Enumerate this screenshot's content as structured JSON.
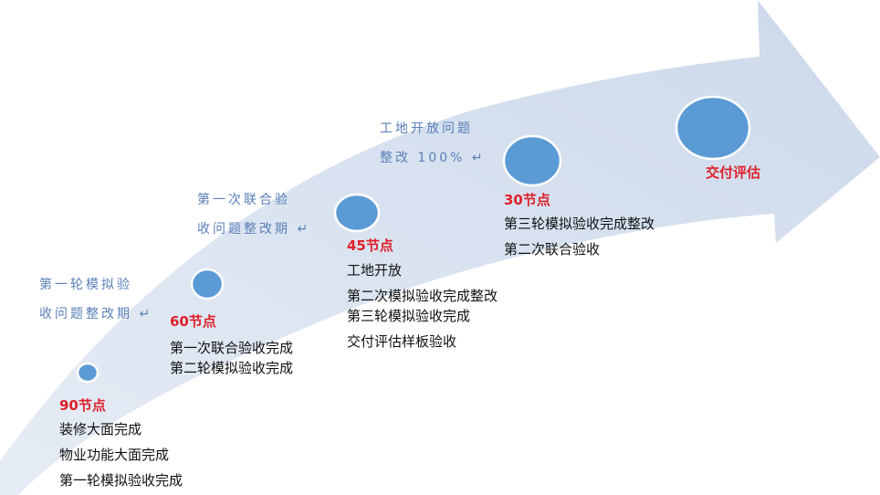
{
  "colors": {
    "arrow": "#d3deee",
    "bubble": "#5b9bd5",
    "milestone": "#e0202a",
    "note": "#5a7fb8"
  },
  "notes": [
    {
      "lines": [
        "第一轮模拟验",
        "收问题整改期 ↵"
      ]
    },
    {
      "lines": [
        "第一次联合验",
        "收问题整改期 ↵"
      ]
    },
    {
      "lines": [
        "工地开放问题",
        "整改 100% ↵"
      ]
    }
  ],
  "milestones": [
    {
      "title": "90节点",
      "items": [
        "装修大面完成",
        "物业功能大面完成",
        "第一轮模拟验收完成"
      ]
    },
    {
      "title": "60节点",
      "items": [
        "第一次联合验收完成",
        "第二轮模拟验收完成"
      ]
    },
    {
      "title": "45节点",
      "items": [
        "工地开放",
        "第二次模拟验收完成整改",
        "第三轮模拟验收完成",
        "交付评估样板验收"
      ]
    },
    {
      "title": "30节点",
      "items": [
        "第三轮模拟验收完成整改",
        "第二次联合验收"
      ]
    },
    {
      "title": "交付评估",
      "items": []
    }
  ]
}
